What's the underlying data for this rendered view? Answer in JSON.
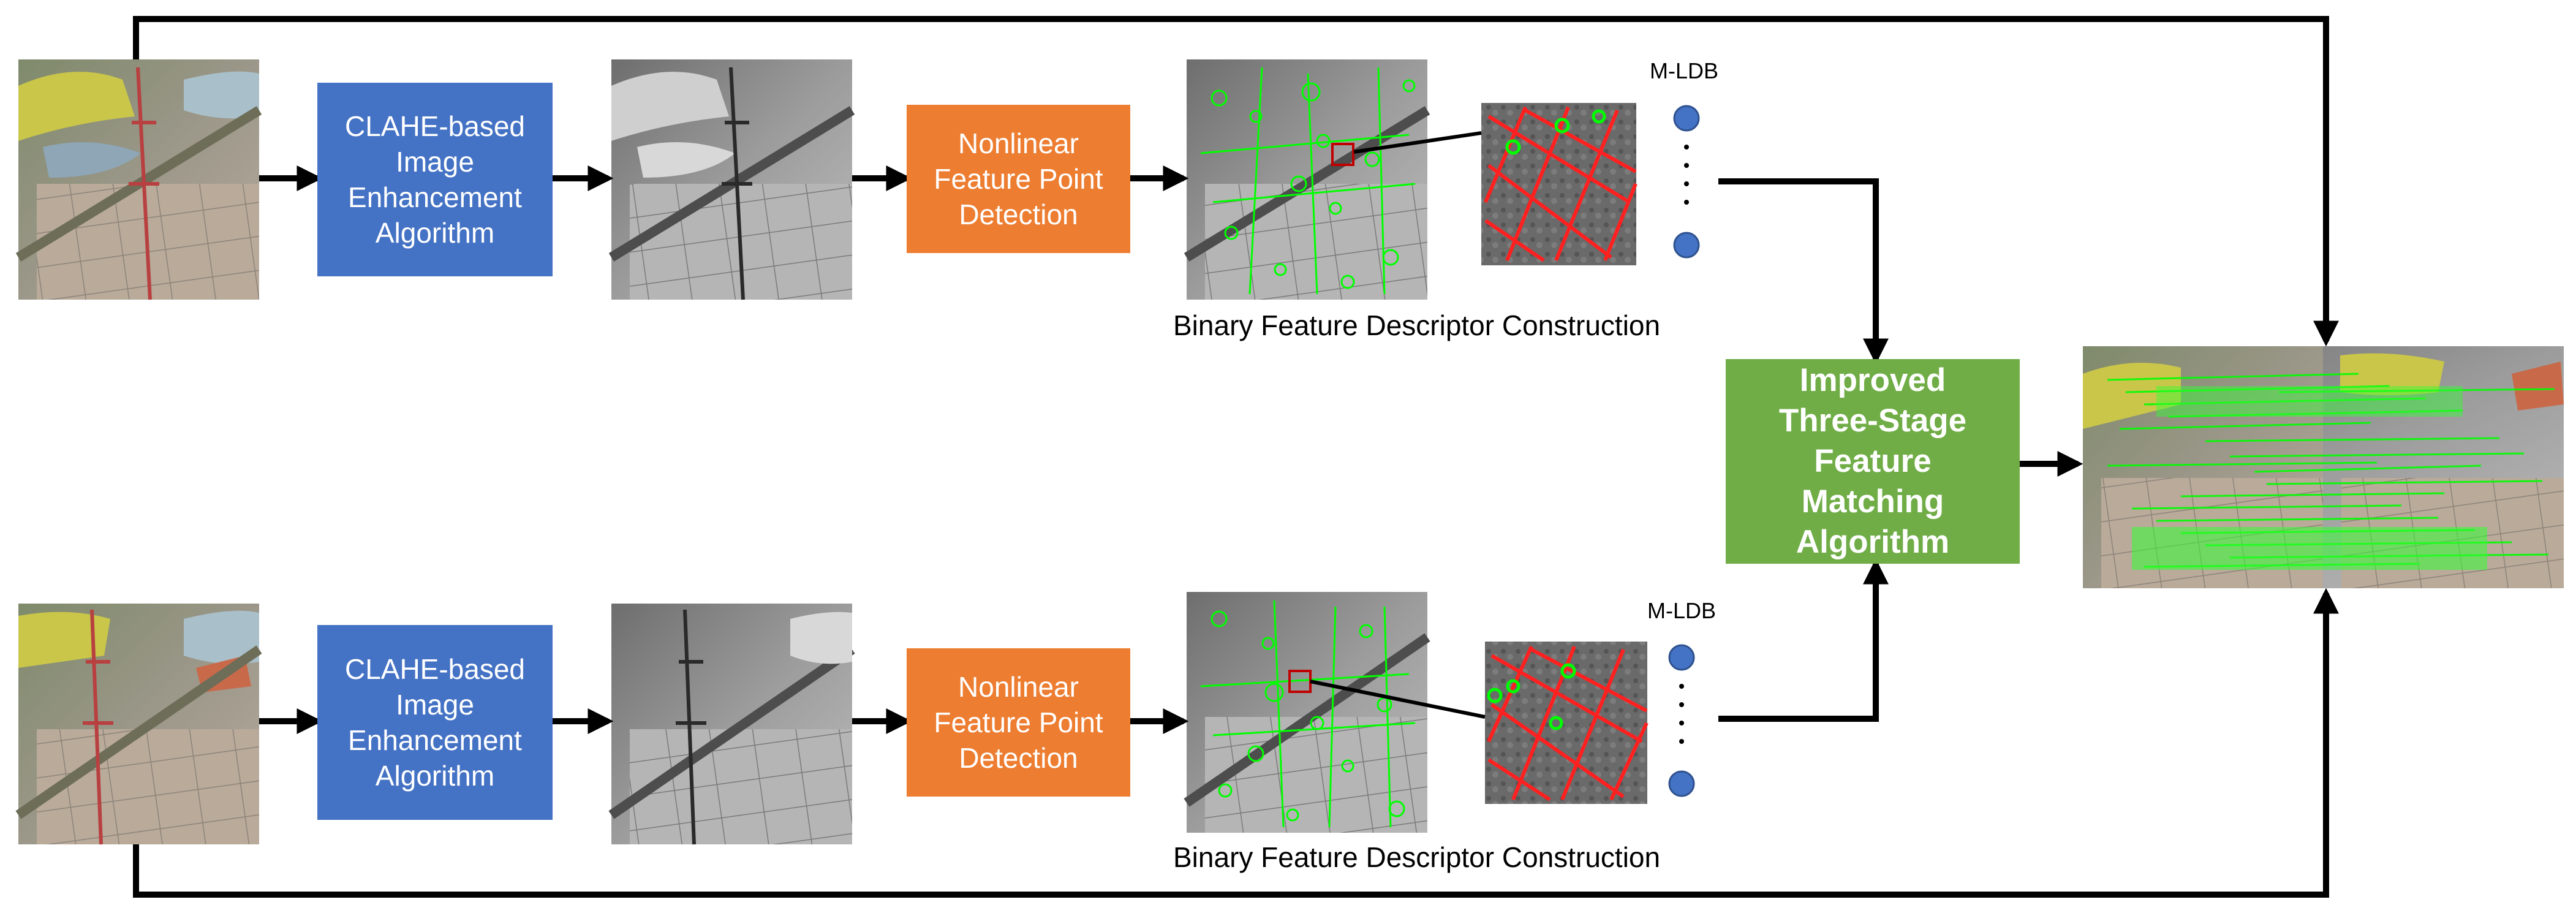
{
  "colors": {
    "enhancement_box": "#4472c4",
    "detection_box": "#ed7d31",
    "matching_box": "#70ad47",
    "feature_points": "#00ff00",
    "descriptor_grid": "#ff2020",
    "descriptor_nodes": "#4472c4",
    "arrows": "#000000"
  },
  "top_row": {
    "enhancement_label": "CLAHE-based\nImage\nEnhancement\nAlgorithm",
    "detection_label": "Nonlinear\nFeature Point\nDetection",
    "descriptor_caption": "Binary Feature Descriptor Construction",
    "descriptor_label": "M-LDB"
  },
  "bottom_row": {
    "enhancement_label": "CLAHE-based\nImage\nEnhancement\nAlgorithm",
    "detection_label": "Nonlinear\nFeature Point\nDetection",
    "descriptor_caption": "Binary Feature Descriptor Construction",
    "descriptor_label": "M-LDB"
  },
  "matching": {
    "label": "Improved\nThree-Stage\nFeature\nMatching\nAlgorithm"
  },
  "icons": {
    "input_image": "aerial-photo-icon",
    "enhanced_image": "grayscale-photo-icon",
    "keypoints_image": "keypoints-photo-icon",
    "descriptor_patch": "descriptor-grid-icon",
    "result_image": "matched-photo-icon"
  }
}
